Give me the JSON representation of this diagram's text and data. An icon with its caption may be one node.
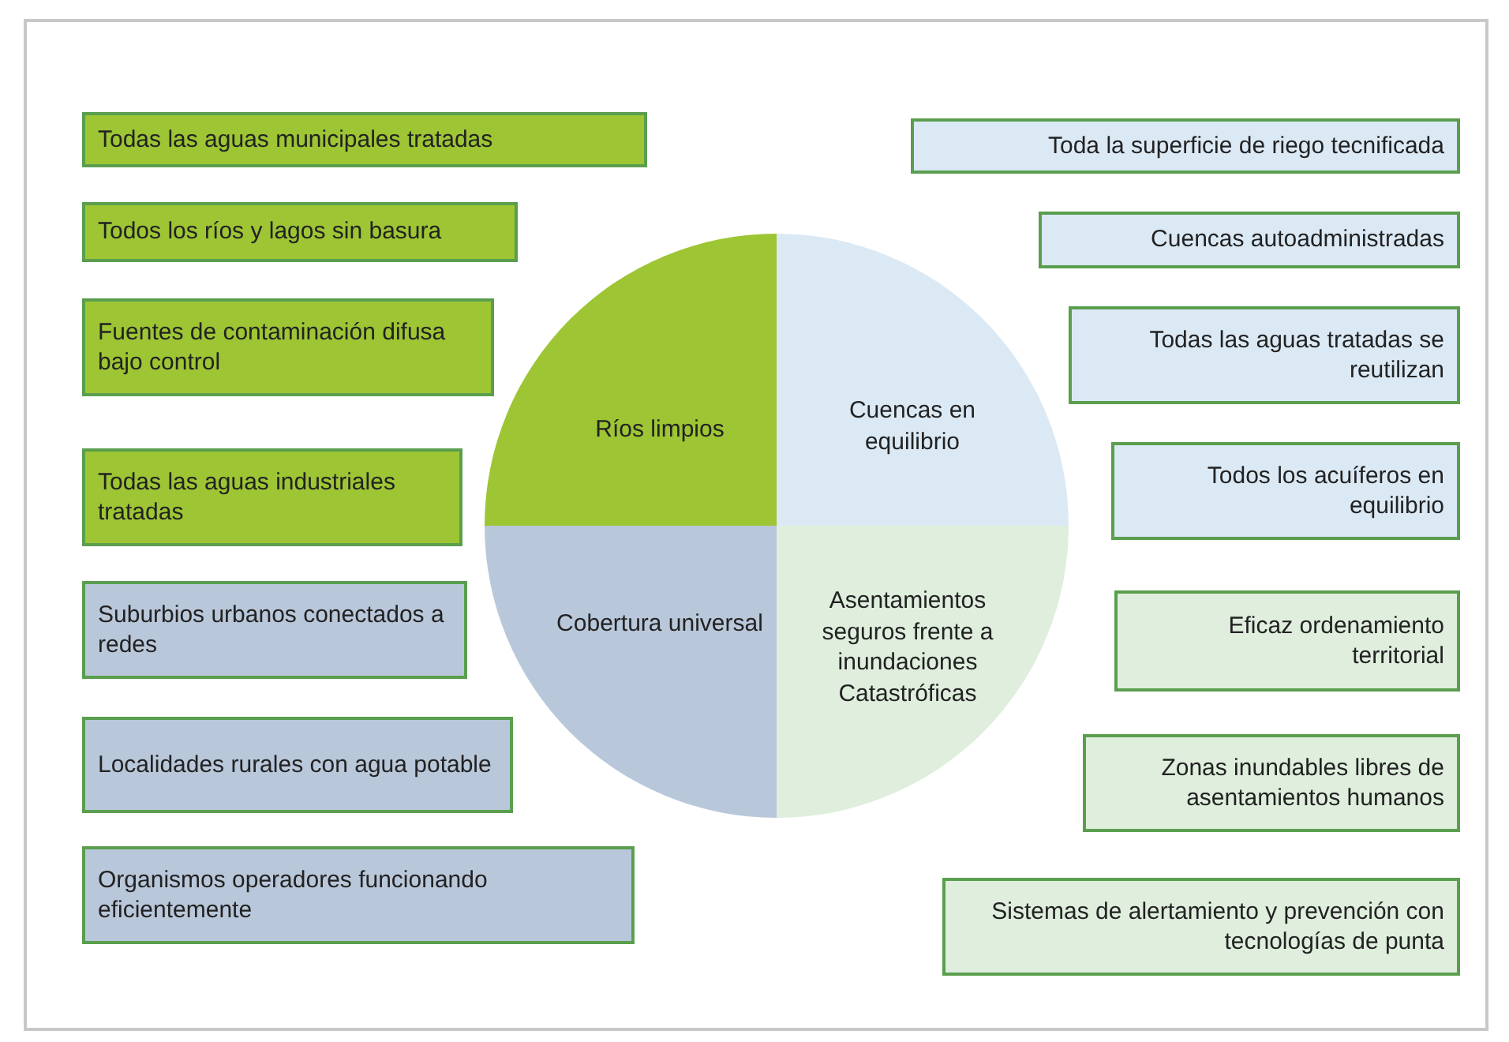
{
  "diagram": {
    "nodes": [
      {
        "text": [
          "Todas las aguas municipales tratadas"
        ]
      },
      {
        "text": [
          "Todos los ríos y lagos sin basura"
        ]
      },
      {
        "text": [
          "Fuentes de contaminación difusa bajo control"
        ]
      },
      {
        "text": [
          "Todas las aguas industriales tratadas"
        ]
      },
      {
        "text": [
          "Suburbios urbanos conectados a redes"
        ]
      },
      {
        "text": [
          "Localidades rurales con agua potable"
        ]
      },
      {
        "text": [
          "Organismos operadores funcionando eficientemente"
        ]
      },
      {
        "text": [
          "Ríos limpios"
        ]
      },
      {
        "text": [
          "Cuencas en equilibrio"
        ]
      },
      {
        "text": [
          "Cobertura universal"
        ]
      },
      {
        "text": [
          "Asentamientos seguros frente a inundaciones Catastróficas"
        ]
      },
      {
        "text": [
          "Toda la superficie de riego tecnificada"
        ]
      },
      {
        "text": [
          "Cuencas autoadministradas"
        ]
      },
      {
        "text": [
          "Todas las aguas tratadas se reutilizan"
        ]
      },
      {
        "text": [
          "Todos los acuíferos en equilibrio"
        ]
      },
      {
        "text": [
          "Eficaz ordenamiento territorial"
        ]
      },
      {
        "text": [
          "Zonas inundables libres de asentamientos humanos"
        ]
      },
      {
        "text": [
          "Sistemas de alertamiento y prevención con tecnologías de punta"
        ]
      }
    ]
  }
}
